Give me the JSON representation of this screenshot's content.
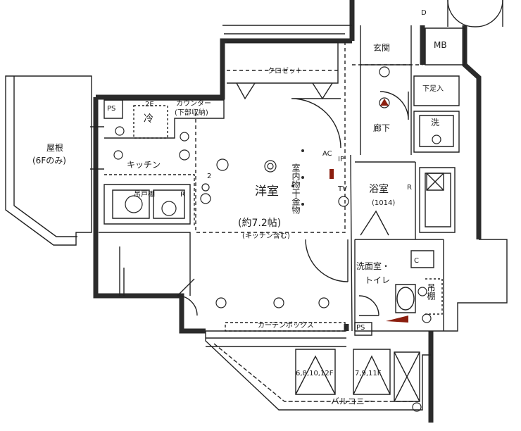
{
  "rooms": {
    "western_room": "洋室",
    "western_room_size": "(約7.2帖)",
    "western_room_note": "(キッチン含む)",
    "kitchen": "キッチン",
    "refrigerator": "冷",
    "counter_line1": "カウンター",
    "counter_line2": "(下部収納)",
    "closet": "クロゼット",
    "hanging_shelf": "吊戸棚",
    "entrance": "玄関",
    "hallway": "廊下",
    "shoe_cabinet": "下足入",
    "washer": "洗",
    "bathroom": "浴室",
    "bathroom_size": "(1014)",
    "washroom_line1": "洗面室・",
    "washroom_line2": "トイレ",
    "toilet_shelf": "吊棚",
    "curtain_box": "カーテンボックス",
    "balcony": "バルコニー",
    "roof": "屋根",
    "roof_note": "(6Fのみ)",
    "mb": "MB",
    "ps_top": "PS",
    "ps_bottom": "PS",
    "indoor_hardware": "室内物干金物",
    "ladder_a": "6,8,10,12F",
    "ladder_b": "7,9,11F"
  },
  "symbols": {
    "ac": "AC",
    "ip": "IP",
    "tv": "TV",
    "d": "D",
    "r1": "R",
    "r2": "R",
    "c": "C",
    "twoe": "2E",
    "two": "2"
  }
}
